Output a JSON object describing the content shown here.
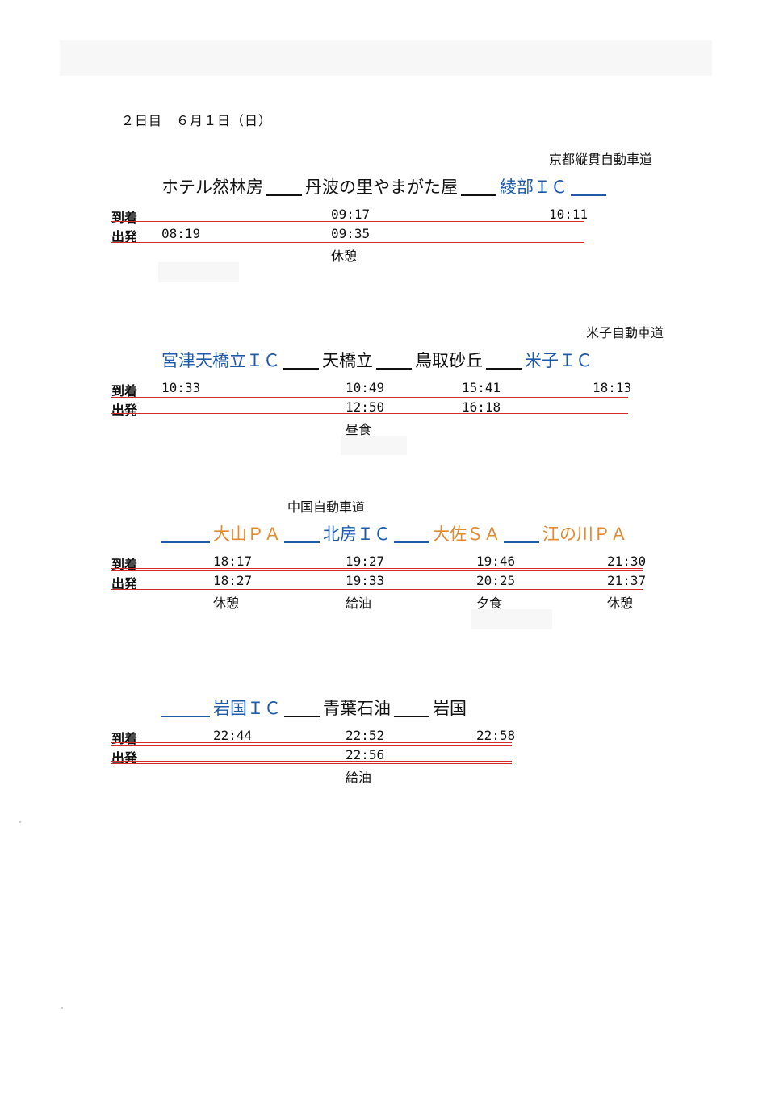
{
  "heading": "２日目　６月１日（日）",
  "colors": {
    "blue": "#1e5aa8",
    "orange": "#e38a2e",
    "red": "#d42a2a"
  },
  "row_labels": {
    "arrive": "到着",
    "depart": "出発"
  },
  "sections": [
    {
      "road": "京都縦貫自動車道",
      "stops": [
        "ホテル然林房",
        "丹波の里やまがた屋",
        "綾部ＩＣ"
      ],
      "arrive": [
        "",
        "09:17",
        "10:11"
      ],
      "depart": [
        "08:19",
        "09:35",
        ""
      ],
      "notes": [
        "",
        "休憩",
        ""
      ]
    },
    {
      "road": "米子自動車道",
      "stops": [
        "宮津天橋立ＩＣ",
        "天橋立",
        "鳥取砂丘",
        "米子ＩＣ"
      ],
      "arrive": [
        "10:33",
        "10:49",
        "15:41",
        "18:13"
      ],
      "depart": [
        "",
        "12:50",
        "16:18",
        ""
      ],
      "notes": [
        "",
        "昼食",
        "",
        ""
      ]
    },
    {
      "road": "中国自動車道",
      "stops": [
        "大山ＰＡ",
        "北房ＩＣ",
        "大佐ＳＡ",
        "江の川ＰＡ"
      ],
      "arrive": [
        "18:17",
        "19:27",
        "19:46",
        "21:30"
      ],
      "depart": [
        "18:27",
        "19:33",
        "20:25",
        "21:37"
      ],
      "notes": [
        "休憩",
        "給油",
        "夕食",
        "休憩"
      ]
    },
    {
      "road": "",
      "stops": [
        "岩国ＩＣ",
        "青葉石油",
        "岩国"
      ],
      "arrive": [
        "22:44",
        "22:52",
        "22:58"
      ],
      "depart": [
        "",
        "22:56",
        ""
      ],
      "notes": [
        "",
        "給油",
        ""
      ]
    }
  ]
}
